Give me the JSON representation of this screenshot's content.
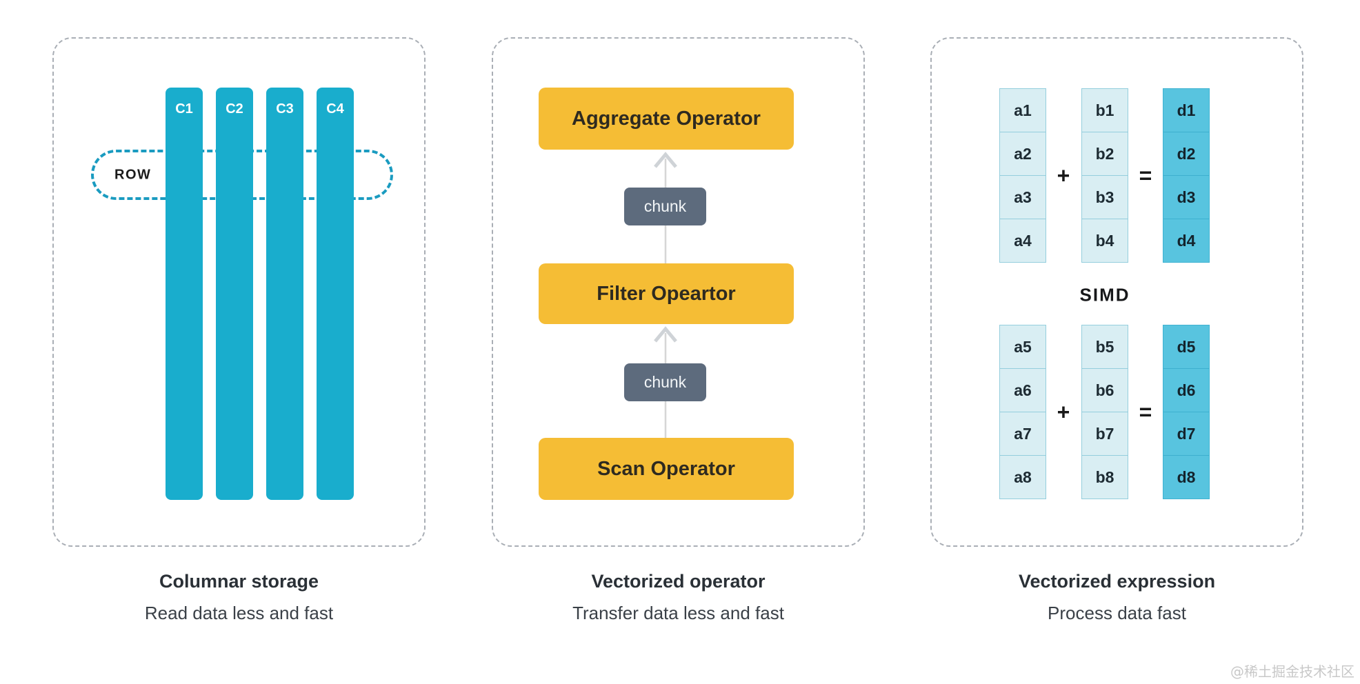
{
  "colors": {
    "teal": "#19adcd",
    "teal_dashed": "#1a9bc0",
    "yellow": "#f5bd35",
    "slate_gray": "#5d6b7d",
    "panel_border": "#a9aeb5",
    "cell_light_bg": "#d9eef3",
    "cell_light_border": "#94cedd",
    "cell_dark_bg": "#58c4df",
    "cell_dark_border": "#40b3d2",
    "arrow": "#cfd3d7"
  },
  "panels": [
    {
      "id": "columnar-storage",
      "title": "Columnar storage",
      "subtitle": "Read data less and fast",
      "row_label": "ROW",
      "columns": [
        "C1",
        "C2",
        "C3",
        "C4"
      ]
    },
    {
      "id": "vectorized-operator",
      "title": "Vectorized operator",
      "subtitle": "Transfer data less and fast",
      "operators": [
        "Aggregate Operator",
        "Filter Opeartor",
        "Scan Operator"
      ],
      "chunk_label": "chunk"
    },
    {
      "id": "vectorized-expression",
      "title": "Vectorized expression",
      "subtitle": "Process data fast",
      "simd_label": "SIMD",
      "plus": "+",
      "equals": "=",
      "groups": [
        {
          "a": [
            "a1",
            "a2",
            "a3",
            "a4"
          ],
          "b": [
            "b1",
            "b2",
            "b3",
            "b4"
          ],
          "d": [
            "d1",
            "d2",
            "d3",
            "d4"
          ]
        },
        {
          "a": [
            "a5",
            "a6",
            "a7",
            "a8"
          ],
          "b": [
            "b5",
            "b6",
            "b7",
            "b8"
          ],
          "d": [
            "d5",
            "d6",
            "d7",
            "d8"
          ]
        }
      ]
    }
  ],
  "watermark": "@稀土掘金技术社区"
}
